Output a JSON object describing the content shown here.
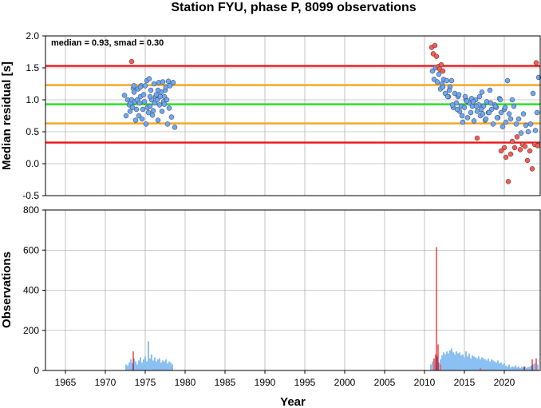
{
  "chart_data": [
    {
      "type": "scatter",
      "title": "Station FYU, phase P, 8099 observations",
      "xlabel": "",
      "ylabel": "Median residual [s]",
      "annotation": "median = 0.93, smad = 0.30",
      "xlim": [
        1962.5,
        2024.5
      ],
      "ylim": [
        -0.5,
        2.0
      ],
      "yticks": [
        -0.5,
        0.0,
        0.5,
        1.0,
        1.5,
        2.0
      ],
      "ytick_labels": [
        "-0.5",
        "0.0",
        "0.5",
        "1.0",
        "1.5",
        "2.0"
      ],
      "grid": true,
      "reference_lines": [
        {
          "value": 1.53,
          "color": "#e8161a"
        },
        {
          "value": 1.23,
          "color": "#f5a41b"
        },
        {
          "value": 0.93,
          "color": "#20e020"
        },
        {
          "value": 0.63,
          "color": "#f5a41b"
        },
        {
          "value": 0.33,
          "color": "#e8161a"
        }
      ],
      "series": [
        {
          "color": "#6ea7f5",
          "x": [
            1972.4,
            1972.6,
            1972.8,
            1973.0,
            1973.1,
            1973.2,
            1973.3,
            1973.4,
            1973.5,
            1973.6,
            1973.7,
            1973.8,
            1973.9,
            1974.0,
            1974.1,
            1974.2,
            1974.3,
            1974.4,
            1974.5,
            1974.6,
            1974.7,
            1974.8,
            1974.9,
            1975.0,
            1975.1,
            1975.2,
            1975.3,
            1975.4,
            1975.5,
            1975.6,
            1975.7,
            1975.8,
            1975.9,
            1976.0,
            1976.1,
            1976.2,
            1976.3,
            1976.4,
            1976.5,
            1976.6,
            1976.7,
            1976.8,
            1976.9,
            1977.0,
            1977.1,
            1977.2,
            1977.3,
            1977.4,
            1977.5,
            1977.6,
            1977.7,
            1977.8,
            1977.9,
            1978.0,
            1978.1,
            1978.3,
            1978.5,
            1978.7,
            1973.6,
            1974.4,
            1975.6,
            1976.6,
            1977.4,
            2011.0,
            2011.2,
            2011.4,
            2011.6,
            2011.8,
            2012.0,
            2012.2,
            2012.4,
            2012.6,
            2012.8,
            2013.0,
            2013.2,
            2013.4,
            2013.6,
            2013.8,
            2014.0,
            2014.2,
            2014.4,
            2014.6,
            2014.8,
            2015.0,
            2015.2,
            2015.4,
            2015.6,
            2015.8,
            2016.0,
            2016.2,
            2016.4,
            2016.6,
            2016.8,
            2017.0,
            2017.2,
            2017.4,
            2017.6,
            2017.8,
            2018.0,
            2018.2,
            2018.4,
            2018.6,
            2018.8,
            2019.0,
            2019.2,
            2019.4,
            2019.6,
            2019.8,
            2020.0,
            2020.2,
            2020.4,
            2020.6,
            2020.8,
            2021.0,
            2021.2,
            2021.5,
            2021.8,
            2022.1,
            2022.4,
            2022.7,
            2023.0,
            2023.3,
            2023.6,
            2023.9,
            2024.1,
            2024.3,
            2012.3,
            2012.9,
            2013.5,
            2014.1,
            2014.7,
            2015.3,
            2015.9,
            2016.5,
            2017.1,
            2017.7,
            2018.3,
            2018.9,
            2019.5,
            2020.1,
            2014.3,
            2015.1,
            2016.1,
            2017.3,
            2018.1,
            2019.1,
            2013.1,
            2016.9
          ],
          "y": [
            1.07,
            0.75,
            1.0,
            0.92,
            0.82,
            0.95,
            1.0,
            0.88,
            1.18,
            1.22,
            0.97,
            0.68,
            0.85,
            1.0,
            1.17,
            0.75,
            0.95,
            1.05,
            1.22,
            0.7,
            0.85,
            1.08,
            0.97,
            1.22,
            0.62,
            1.3,
            0.88,
            0.8,
            1.33,
            0.9,
            1.15,
            1.0,
            0.76,
            0.83,
            1.25,
            0.95,
            1.05,
            1.08,
            1.0,
            0.68,
            1.27,
            0.92,
            1.05,
            1.12,
            0.82,
            1.28,
            0.97,
            1.05,
            1.15,
            1.2,
            1.0,
            0.62,
            1.29,
            0.87,
            1.22,
            0.73,
            1.27,
            0.57,
            1.12,
            1.2,
            1.05,
            1.15,
            0.93,
            1.45,
            1.32,
            1.5,
            1.28,
            1.4,
            1.17,
            1.25,
            1.32,
            1.1,
            1.3,
            1.05,
            1.2,
            1.3,
            0.88,
            1.1,
            0.95,
            1.05,
            0.82,
            0.9,
            0.65,
            0.88,
            1.0,
            0.72,
            0.95,
            0.8,
            0.9,
            0.67,
            1.0,
            0.82,
            0.92,
            0.75,
            1.12,
            0.9,
            0.68,
            0.97,
            0.8,
            1.15,
            0.85,
            0.62,
            0.92,
            0.88,
            0.72,
            1.02,
            0.8,
            0.58,
            0.85,
            0.65,
            1.3,
            0.78,
            0.7,
            1.0,
            0.9,
            0.62,
            0.7,
            0.48,
            0.78,
            0.6,
            0.5,
            0.62,
            1.1,
            0.52,
            0.8,
            1.35,
            1.2,
            1.05,
            0.92,
            0.85,
            0.75,
            0.98,
            1.02,
            0.9,
            0.85,
            0.7,
            0.95,
            0.9,
            1.0,
            0.88,
            1.08,
            1.05,
            0.97,
            0.78,
            0.8,
            0.72,
            1.15,
            1.05
          ]
        },
        {
          "color": "#f35c55",
          "x": [
            1973.3,
            2010.9,
            2011.1,
            2011.3,
            2011.5,
            2011.7,
            2011.9,
            2012.1,
            2012.3,
            2016.6,
            2019.6,
            2020.0,
            2020.2,
            2020.5,
            2020.8,
            2021.0,
            2021.3,
            2021.6,
            2022.0,
            2022.3,
            2022.6,
            2022.9,
            2023.2,
            2023.5,
            2023.8,
            2024.0,
            2024.2
          ],
          "y": [
            1.6,
            1.82,
            1.72,
            1.85,
            1.68,
            1.52,
            1.48,
            1.55,
            1.45,
            0.4,
            0.2,
            0.25,
            0.1,
            -0.28,
            0.15,
            0.35,
            0.25,
            0.42,
            0.22,
            0.3,
            0.27,
            0.05,
            0.2,
            -0.08,
            0.3,
            1.58,
            0.28
          ]
        }
      ]
    },
    {
      "type": "bar",
      "xlabel": "Year",
      "ylabel": "Observations",
      "xlim": [
        1962.5,
        2024.5
      ],
      "ylim": [
        0,
        800
      ],
      "xticks": [
        1965,
        1970,
        1975,
        1980,
        1985,
        1990,
        1995,
        2000,
        2005,
        2010,
        2015,
        2020
      ],
      "xtick_labels": [
        "1965",
        "1970",
        "1975",
        "1980",
        "1985",
        "1990",
        "1995",
        "2000",
        "2005",
        "2010",
        "2015",
        "2020"
      ],
      "yticks": [
        0,
        200,
        400,
        600,
        800
      ],
      "ytick_labels": [
        "0",
        "200",
        "400",
        "600",
        "800"
      ],
      "grid": true,
      "series": [
        {
          "color": "#3c95e8",
          "x": [
            1972.6,
            1972.8,
            1973.0,
            1973.2,
            1973.4,
            1973.6,
            1973.8,
            1974.0,
            1974.2,
            1974.4,
            1974.6,
            1974.8,
            1975.0,
            1975.2,
            1975.4,
            1975.6,
            1975.8,
            1976.0,
            1976.2,
            1976.4,
            1976.6,
            1976.8,
            1977.0,
            1977.2,
            1977.4,
            1977.6,
            1977.8,
            1978.0,
            1978.2,
            1978.4,
            2010.8,
            2011.0,
            2011.2,
            2011.4,
            2011.6,
            2011.8,
            2012.0,
            2012.2,
            2012.4,
            2012.6,
            2012.8,
            2013.0,
            2013.2,
            2013.4,
            2013.6,
            2013.8,
            2014.0,
            2014.2,
            2014.4,
            2014.6,
            2014.8,
            2015.0,
            2015.2,
            2015.4,
            2015.6,
            2015.8,
            2016.0,
            2016.2,
            2016.4,
            2016.6,
            2016.8,
            2017.0,
            2017.2,
            2017.4,
            2017.6,
            2017.8,
            2018.0,
            2018.2,
            2018.4,
            2018.6,
            2018.8,
            2019.0,
            2019.2,
            2019.4,
            2019.6,
            2019.8,
            2020.0,
            2020.2,
            2020.4,
            2020.6,
            2020.8,
            2021.0,
            2021.2,
            2021.4,
            2021.6,
            2021.8,
            2022.0,
            2022.2,
            2022.4,
            2022.6,
            2022.8,
            2023.0,
            2023.2,
            2023.4,
            2023.6,
            2023.8,
            2024.0,
            2024.2
          ],
          "values": [
            30,
            25,
            40,
            55,
            35,
            60,
            45,
            30,
            50,
            65,
            40,
            55,
            70,
            45,
            145,
            60,
            80,
            50,
            65,
            45,
            55,
            60,
            40,
            50,
            45,
            55,
            35,
            45,
            40,
            30,
            30,
            45,
            60,
            55,
            70,
            40,
            55,
            75,
            90,
            80,
            95,
            85,
            100,
            110,
            90,
            80,
            95,
            85,
            90,
            75,
            80,
            65,
            95,
            70,
            85,
            60,
            75,
            70,
            65,
            60,
            70,
            55,
            65,
            60,
            55,
            50,
            60,
            45,
            55,
            50,
            45,
            40,
            50,
            35,
            40,
            30,
            35,
            25,
            20,
            30,
            15,
            20,
            18,
            25,
            15,
            20,
            12,
            18,
            15,
            20,
            14,
            16,
            20,
            25,
            30,
            35,
            40,
            30
          ]
        },
        {
          "color": "#e8161a",
          "x": [
            1973.5,
            2011.2,
            2011.4,
            2011.5,
            2011.7,
            2012.0,
            2017.0,
            2022.5,
            2023.5,
            2024.0
          ],
          "values": [
            95,
            60,
            80,
            615,
            130,
            30,
            12,
            20,
            55,
            60
          ]
        }
      ]
    }
  ]
}
